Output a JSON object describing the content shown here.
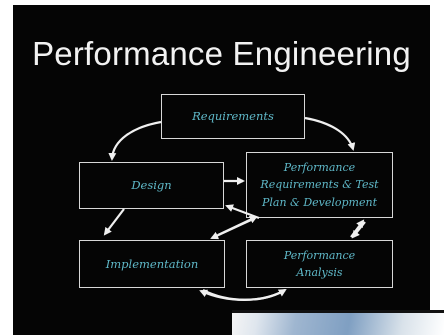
{
  "slide": {
    "title": "Performance Engineering"
  },
  "diagram": {
    "boxes": {
      "requirements": "Requirements",
      "design": "Design",
      "perf_req_line1": "Performance",
      "perf_req_line2": "Requirements & Test",
      "perf_req_line3": "Plan & Development",
      "implementation": "Implementation",
      "perf_analysis_line1": "Performance",
      "perf_analysis_line2": "Analysis"
    }
  },
  "colors": {
    "background": "#050505",
    "title": "#f2f2f2",
    "box_text": "#5fb8c8",
    "box_border": "#d8d8d8"
  }
}
